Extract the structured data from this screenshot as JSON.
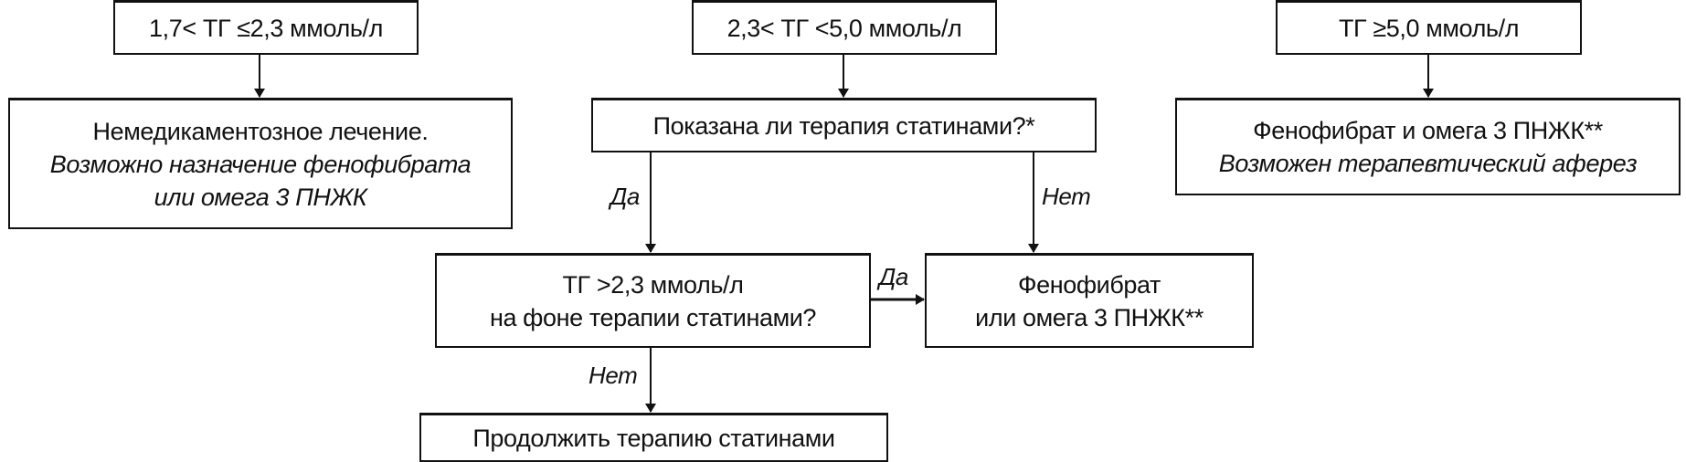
{
  "ranges": {
    "low": "1,7< ТГ ≤2,3 ммоль/л",
    "mid": "2,3< ТГ <5,0 ммоль/л",
    "high": "ТГ ≥5,0 ммоль/л"
  },
  "low_action": {
    "title": "Немедикаментозное лечение.",
    "note_line1": "Возможно назначение фенофибрата",
    "note_line2": "или омега 3 ПНЖК"
  },
  "mid_question": "Показана ли терапия статинами?*",
  "high_action": {
    "title": "Фенофибрат и омега 3 ПНЖК**",
    "note": "Возможен терапевтический аферез"
  },
  "statin_question": {
    "line1": "ТГ >2,3 ммоль/л",
    "line2": "на фоне терапии статинами?"
  },
  "fibrate_action": {
    "line1": "Фенофибрат",
    "line2": "или омега 3 ПНЖК**"
  },
  "continue_action": "Продолжить терапию  статинами",
  "labels": {
    "yes1": "Да",
    "no1": "Нет",
    "yes2": "Да",
    "no2": "Нет"
  }
}
